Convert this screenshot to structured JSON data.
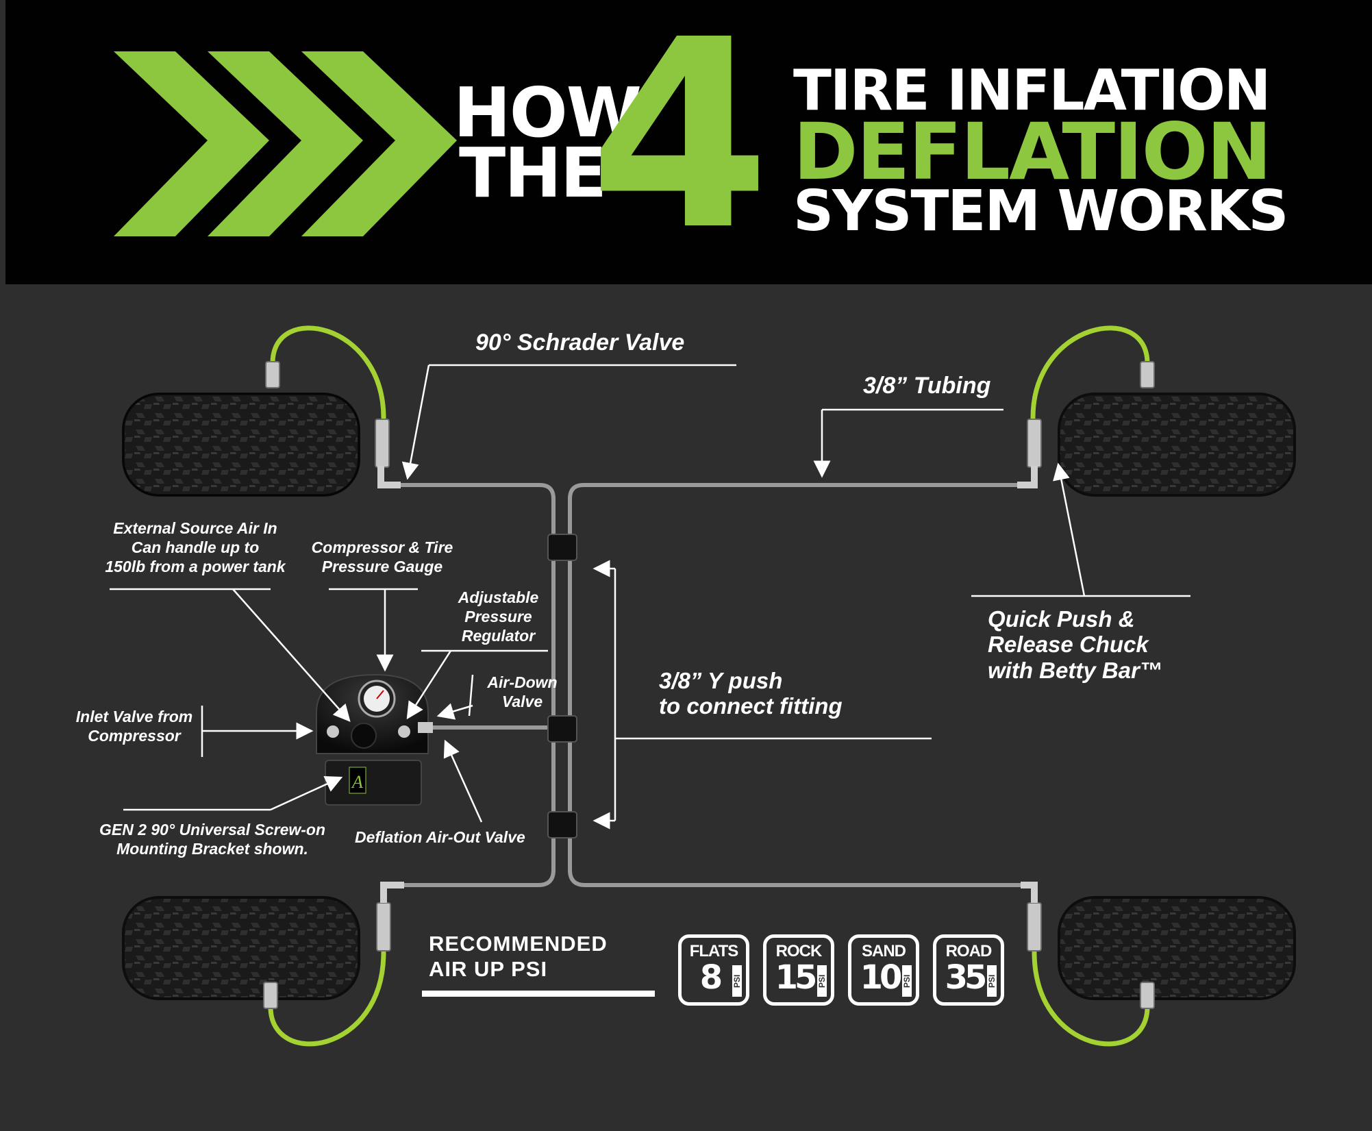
{
  "header": {
    "how": "HOW",
    "the": "THE",
    "four": "4",
    "line1": "TIRE INFLATION",
    "line2": "DEFLATION",
    "line3": "SYSTEM WORKS"
  },
  "labels": {
    "schrader_valve": "90° Schrader Valve",
    "tubing": "3/8” Tubing",
    "quick_push": [
      "Quick Push &",
      "Release Chuck",
      "with Betty Bar™"
    ],
    "y_push": [
      "3/8” Y push",
      "to connect fitting"
    ],
    "external_source": [
      "External Source Air In",
      "Can handle up to",
      "150lb from a power tank"
    ],
    "compressor_gauge": [
      "Compressor & Tire",
      "Pressure Gauge"
    ],
    "regulator": [
      "Adjustable",
      "Pressure",
      "Regulator"
    ],
    "air_down": [
      "Air-Down",
      "Valve"
    ],
    "inlet_valve": [
      "Inlet Valve from",
      "Compressor"
    ],
    "bracket": [
      "GEN 2 90° Universal Screw-on",
      "Mounting Bracket shown."
    ],
    "deflation_valve": "Deflation Air-Out Valve"
  },
  "psi": {
    "heading": [
      "RECOMMENDED",
      "AIR UP PSI"
    ],
    "unit": "PSI",
    "items": [
      {
        "name": "FLATS",
        "value": "8"
      },
      {
        "name": "ROCK",
        "value": "15"
      },
      {
        "name": "SAND",
        "value": "10"
      },
      {
        "name": "ROAD",
        "value": "35"
      }
    ]
  },
  "colors": {
    "green": "#8dc63f",
    "hose_green": "#a4d233",
    "background": "#2e2e2e",
    "banner": "#010101",
    "tube": "#9a9a9a"
  }
}
